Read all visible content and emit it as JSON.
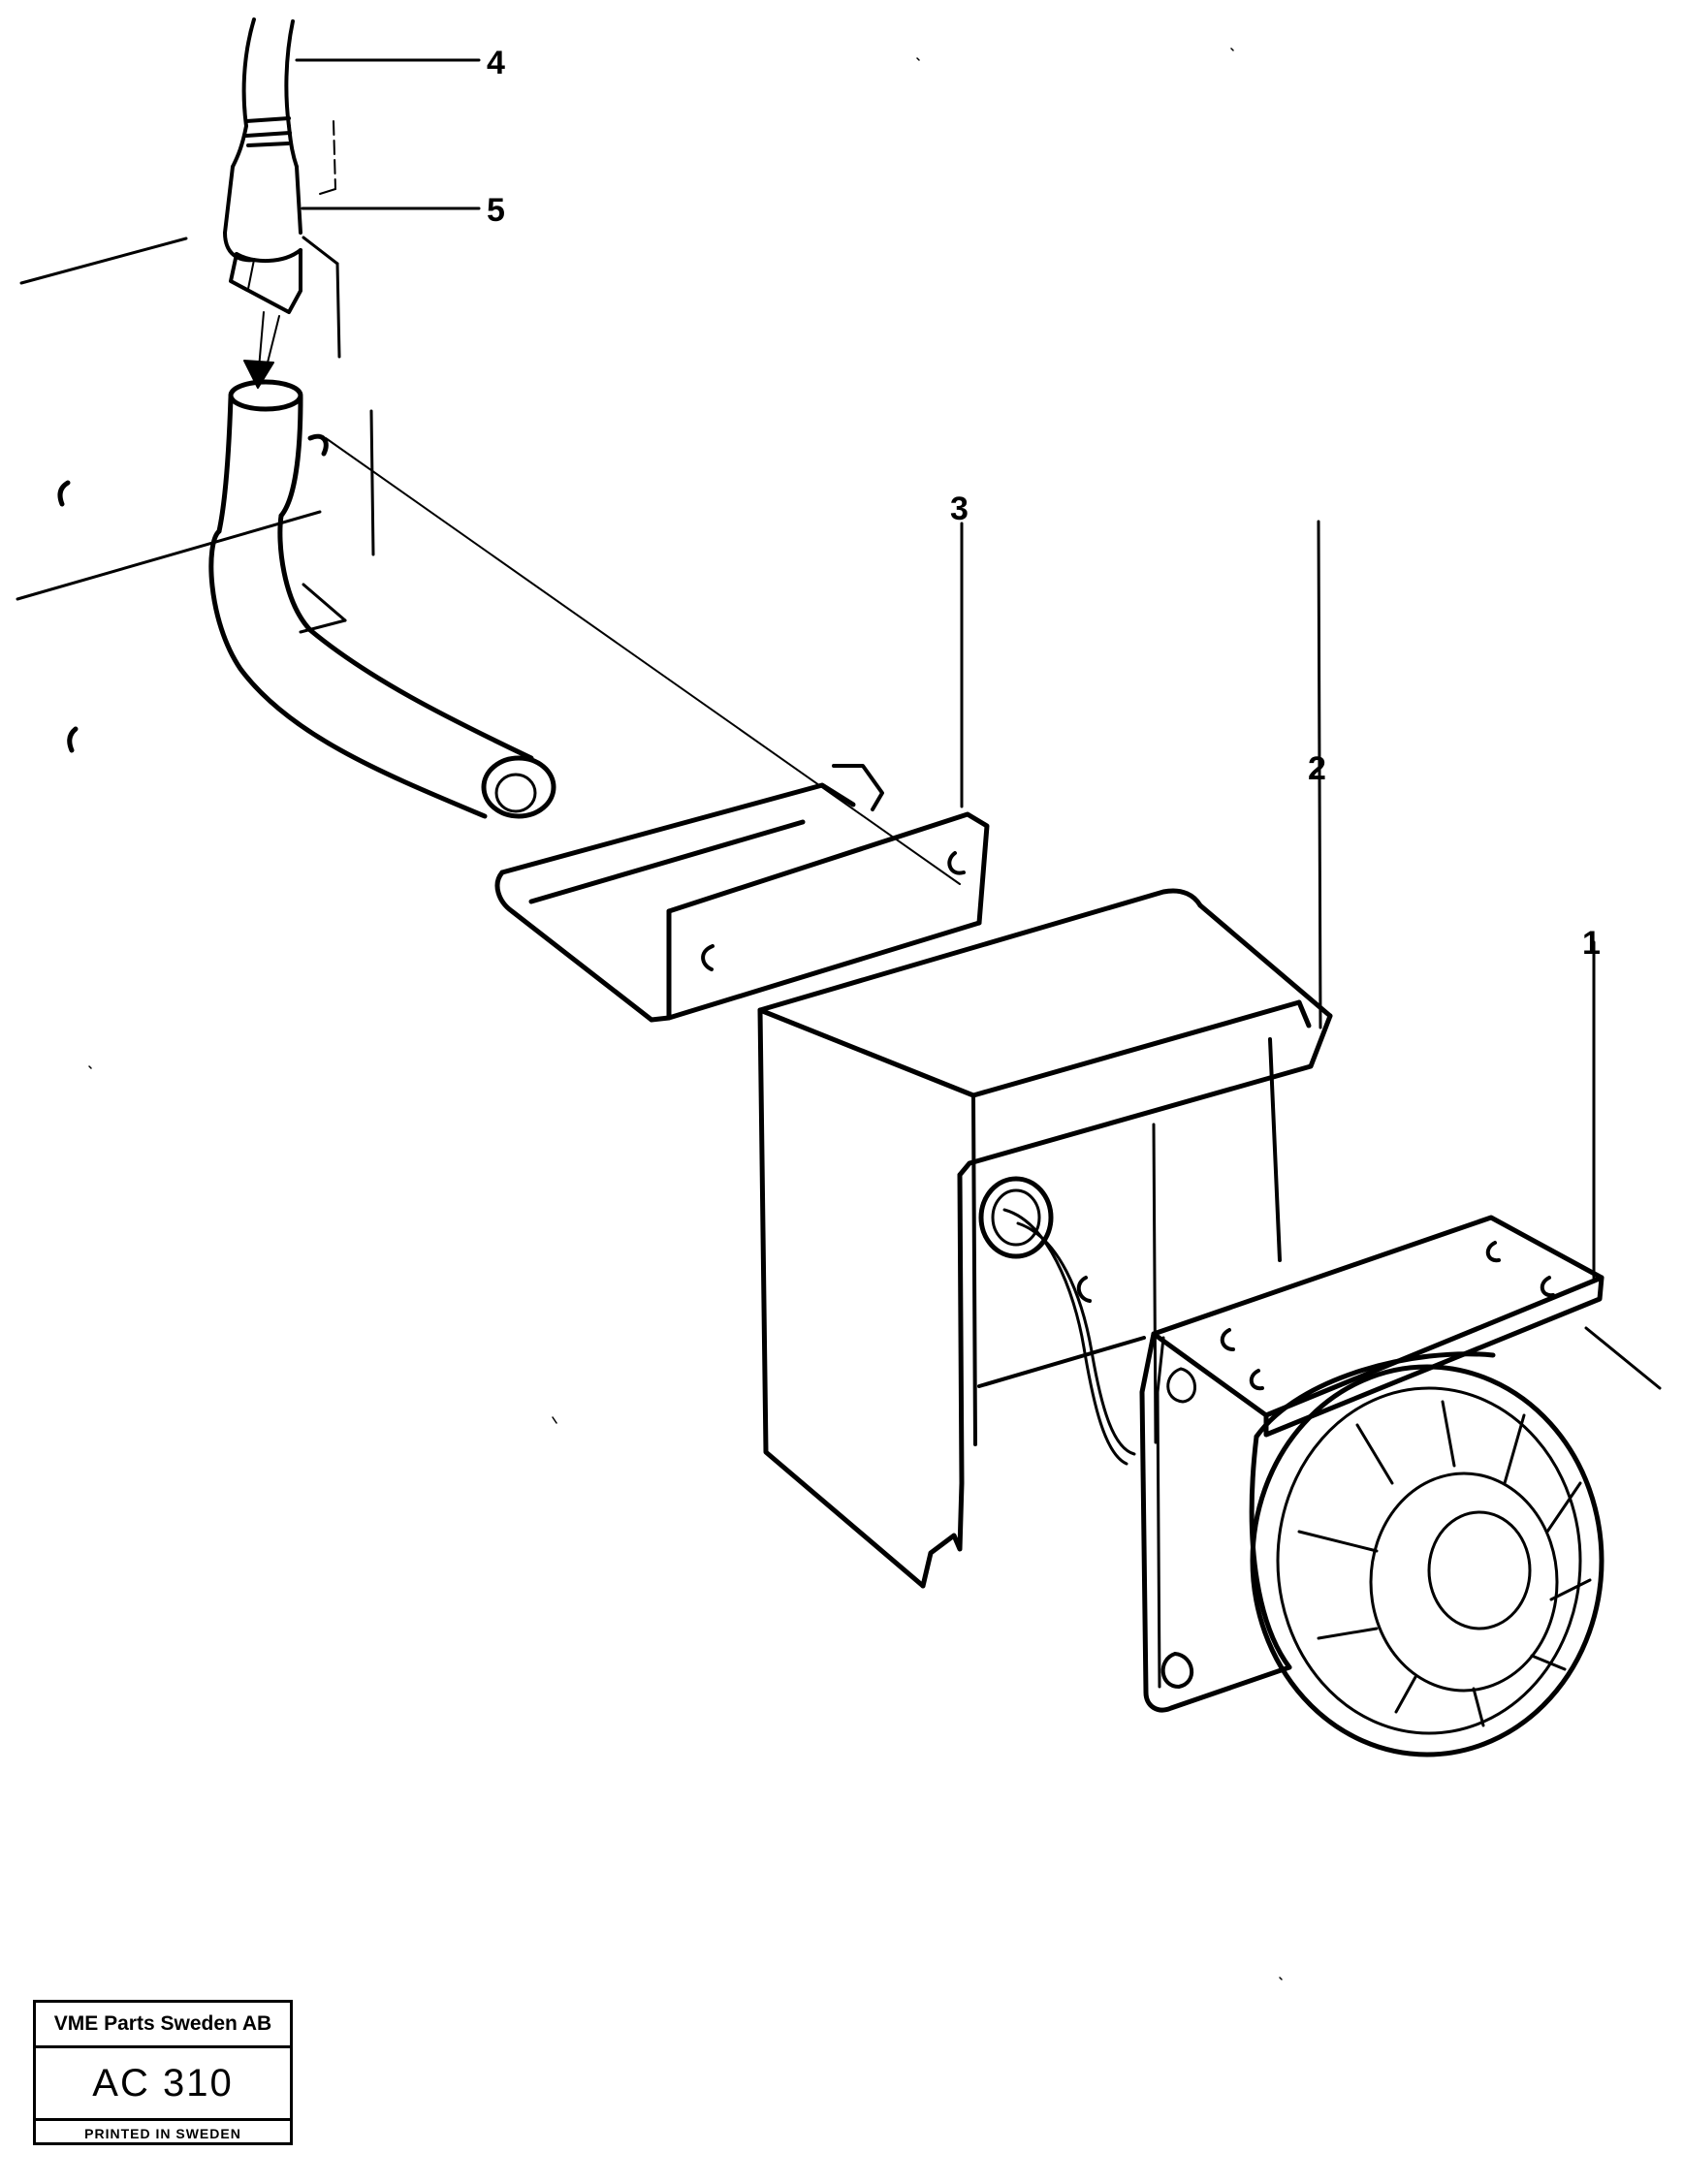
{
  "callouts": {
    "part_1": "1",
    "part_2": "2",
    "part_3": "3",
    "part_4": "4",
    "part_5": "5"
  },
  "title_block": {
    "company": "VME Parts Sweden AB",
    "code": "AC 310",
    "printed": "PRINTED IN SWEDEN"
  }
}
